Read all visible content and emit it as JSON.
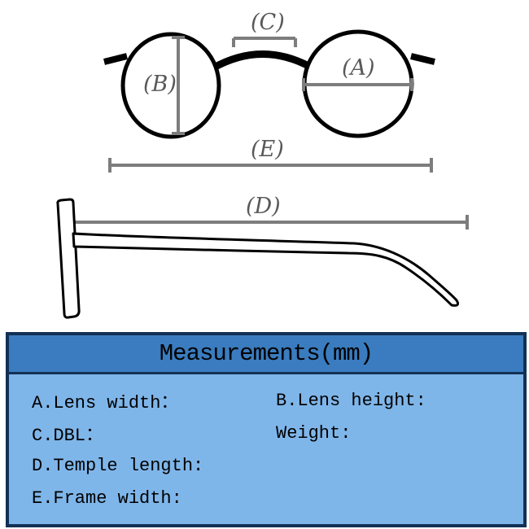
{
  "diagram": {
    "labels": {
      "a": "(A)",
      "b": "(B)",
      "c": "(C)",
      "d": "(D)",
      "e": "(E)"
    }
  },
  "table": {
    "title": "Measurements(mm)",
    "rows": [
      {
        "left": "A.Lens width：",
        "right": "B.Lens height:"
      },
      {
        "left": "C.DBL：",
        "right": "Weight:"
      },
      {
        "left": "D.Temple length:",
        "right": ""
      },
      {
        "left": "E.Frame width:",
        "right": ""
      }
    ]
  },
  "colors": {
    "table_border": "#123155",
    "header_bg": "#3a7cbf",
    "body_bg": "#7fb6ea",
    "measure_line": "#7d7d7d",
    "label_color": "#595959",
    "frame_color": "#000000",
    "page_bg": "#ffffff"
  }
}
